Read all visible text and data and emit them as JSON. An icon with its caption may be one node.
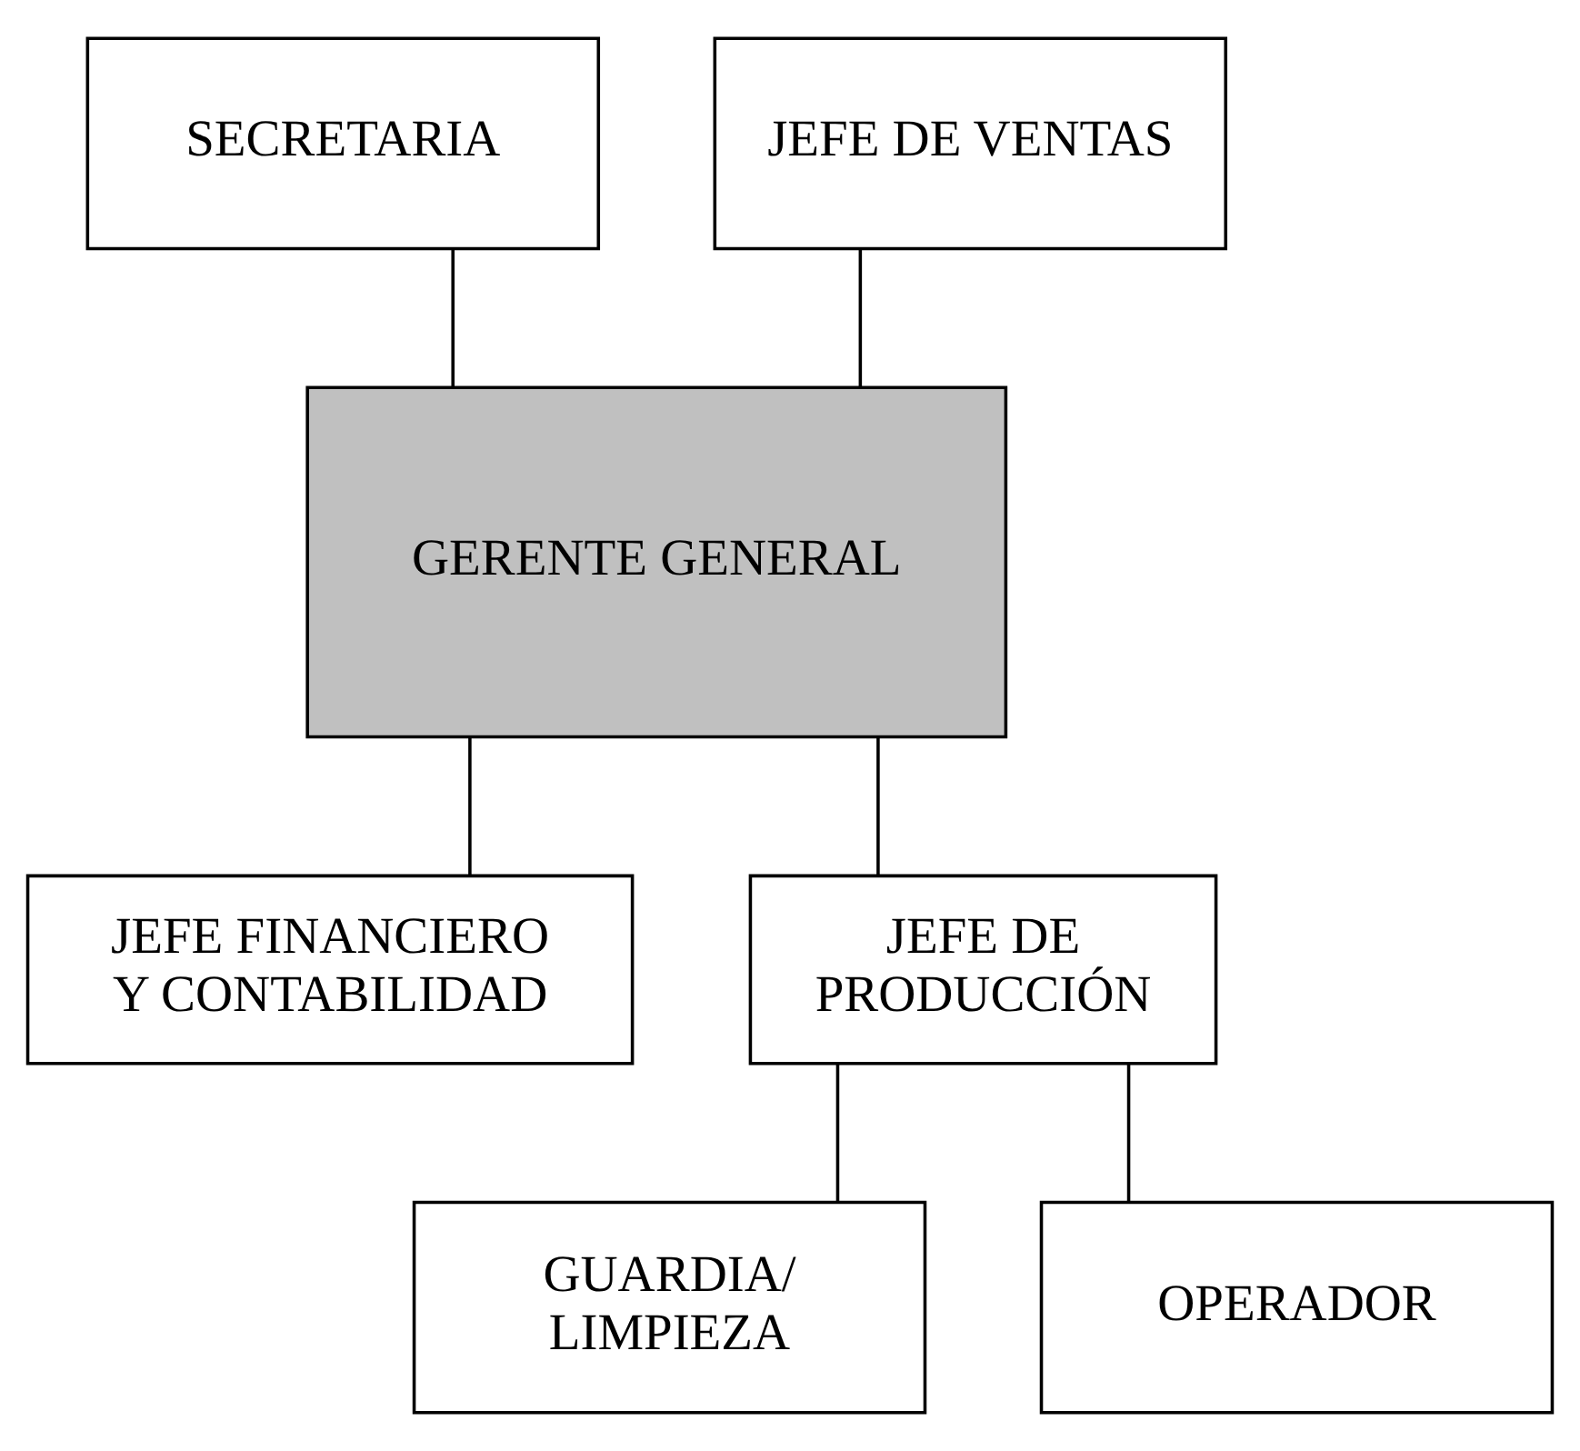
{
  "diagram": {
    "nodes": [
      {
        "text": [
          "SECRETARIA"
        ]
      },
      {
        "text": [
          "JEFE DE VENTAS"
        ]
      },
      {
        "text": [
          "GERENTE GENERAL"
        ]
      },
      {
        "text": [
          "JEFE FINANCIERO Y CONTABILIDAD"
        ]
      },
      {
        "text": [
          "JEFE DE PRODUCCIÓN"
        ]
      },
      {
        "text": [
          "GUARDIA/ LIMPIEZA"
        ]
      },
      {
        "text": [
          "OPERADOR"
        ]
      }
    ],
    "edges": [
      {
        "from": 0,
        "to": 2,
        "arrow": "none"
      },
      {
        "from": 1,
        "to": 2,
        "arrow": "none"
      },
      {
        "from": 2,
        "to": 3,
        "arrow": "none"
      },
      {
        "from": 2,
        "to": 4,
        "arrow": "none"
      },
      {
        "from": 4,
        "to": 5,
        "arrow": "none"
      },
      {
        "from": 4,
        "to": 6,
        "arrow": "none"
      }
    ]
  }
}
